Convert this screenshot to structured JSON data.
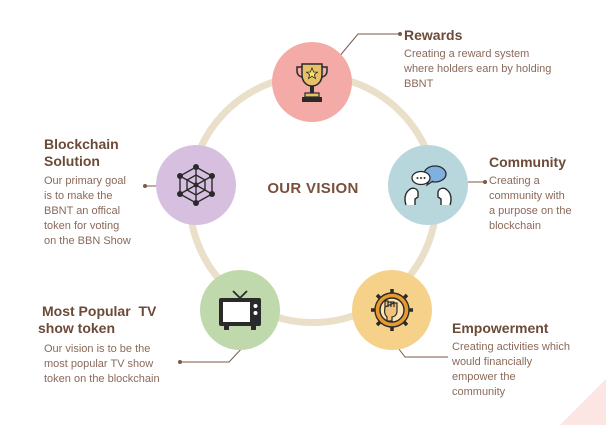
{
  "title": "OUR VISION",
  "nodes": {
    "rewards": {
      "heading": "Rewards",
      "desc_lines": [
        "Creating a reward system",
        "where holders earn by holding",
        "BBNT"
      ],
      "color": "#f4aaa7"
    },
    "community": {
      "heading": "Community",
      "desc_lines": [
        "Creating a",
        "community with",
        "a purpose on the",
        "blockchain"
      ],
      "color": "#b8d7dc"
    },
    "empowerment": {
      "heading": "Empowerment",
      "desc_lines": [
        "Creating activities which",
        "would financially",
        "empower the",
        "community"
      ],
      "color": "#f6d18a"
    },
    "tv_token": {
      "heading_lines": [
        "Most Popular  TV",
        "show token"
      ],
      "desc_lines": [
        "Our vision is to be the",
        "most popular TV show",
        "token on the blockchain"
      ],
      "color": "#bfd9ad"
    },
    "blockchain": {
      "heading_lines": [
        "Blockchain",
        "Solution"
      ],
      "desc_lines": [
        "Our primary goal",
        "is to make the",
        "BBNT an offical",
        "token for voting",
        "on the BBN Show"
      ],
      "color": "#d7bfe0"
    }
  },
  "icons": {
    "rewards": "trophy-icon",
    "community": "speech-bubbles-icon",
    "empowerment": "raised-fist-gear-icon",
    "tv_token": "television-icon",
    "blockchain": "blockchain-network-icon"
  },
  "colors": {
    "ring": "#eadfc9",
    "heading": "#6b4a38",
    "text": "#8a6a5a",
    "connector": "#7a5a4a"
  }
}
